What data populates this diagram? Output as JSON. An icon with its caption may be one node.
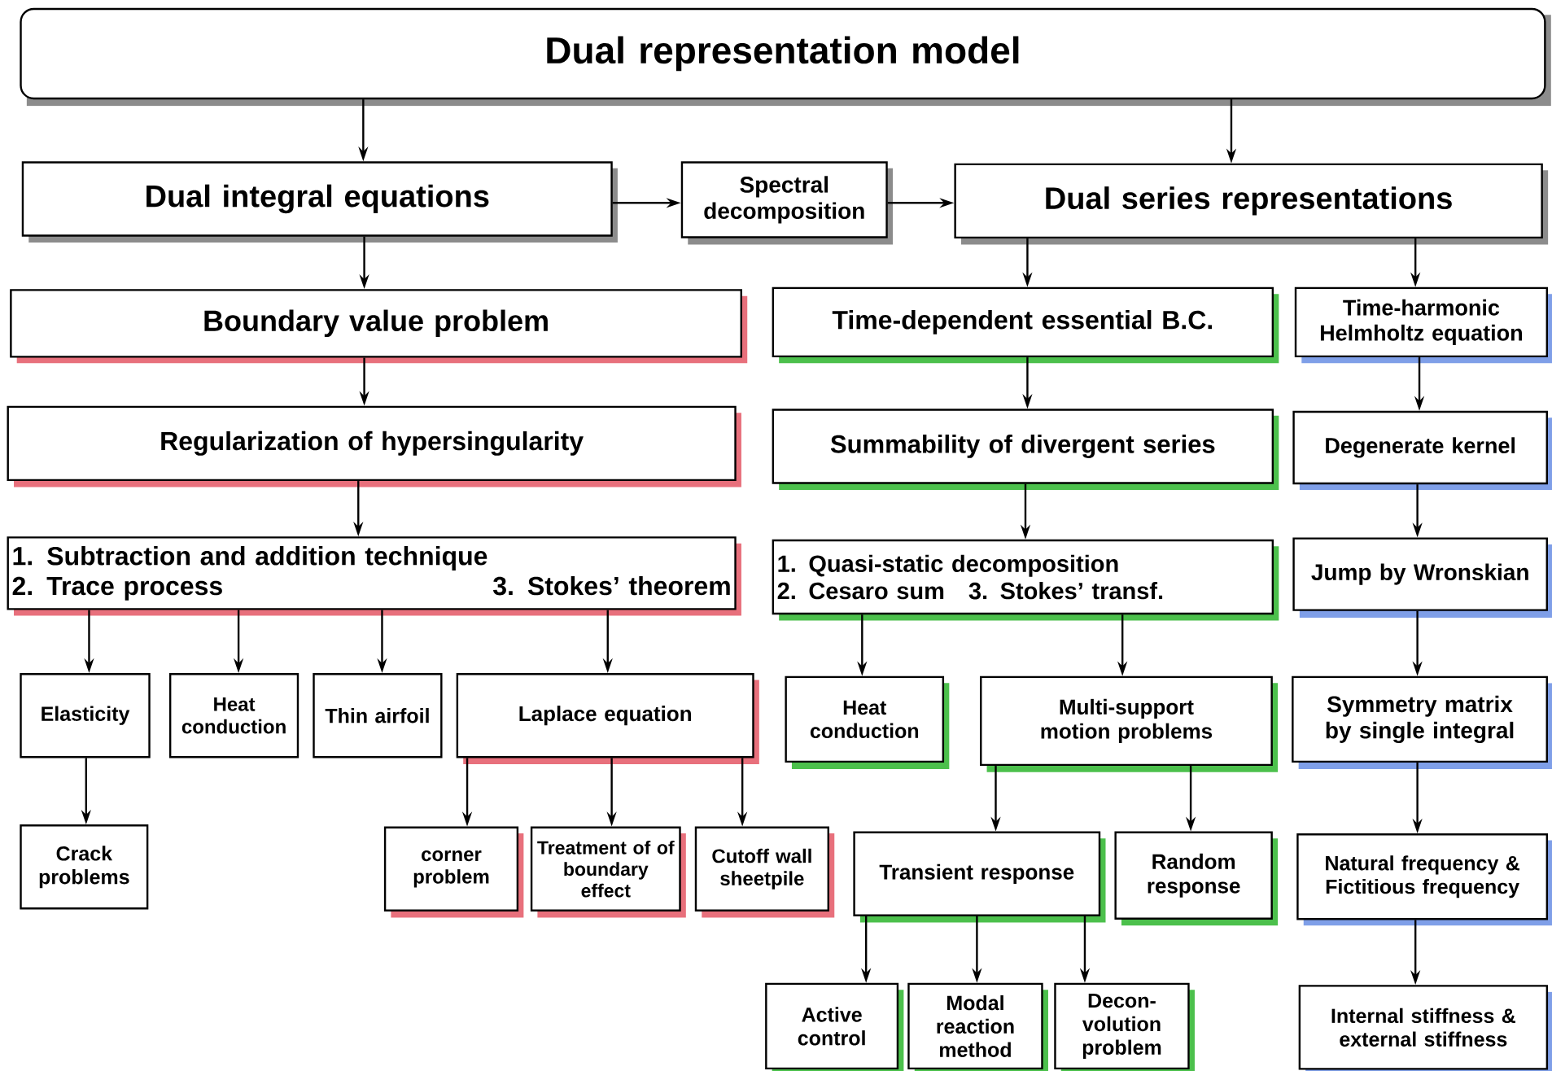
{
  "diagram": {
    "nodes": [
      {
        "text": [
          "Dual representation model"
        ]
      },
      {
        "text": [
          "Dual integral equations"
        ]
      },
      {
        "text": [
          "Spectral decomposition"
        ]
      },
      {
        "text": [
          "Dual series representations"
        ]
      },
      {
        "text": [
          "Boundary value problem"
        ]
      },
      {
        "text": [
          "Time-dependent essential B.C."
        ]
      },
      {
        "text": [
          "Time-harmonic Helmholtz equation"
        ]
      },
      {
        "text": [
          "Regularization of hypersingularity"
        ]
      },
      {
        "text": [
          "Summability of divergent series"
        ]
      },
      {
        "text": [
          "Degenerate kernel"
        ]
      },
      {
        "text": [
          "1. Subtraction and addition technique",
          "2. Trace process",
          "3. Stokes’ theorem"
        ]
      },
      {
        "text": [
          "1. Quasi-static decomposition",
          "2. Cesaro sum",
          "3. Stokes’ transf."
        ]
      },
      {
        "text": [
          "Jump by Wronskian"
        ]
      },
      {
        "text": [
          "Elasticity"
        ]
      },
      {
        "text": [
          "Heat conduction"
        ]
      },
      {
        "text": [
          "Thin airfoil"
        ]
      },
      {
        "text": [
          "Laplace equation"
        ]
      },
      {
        "text": [
          "Heat conduction"
        ]
      },
      {
        "text": [
          "Multi-support motion problems"
        ]
      },
      {
        "text": [
          "Symmetry matrix by single integral"
        ]
      },
      {
        "text": [
          "Crack problems"
        ]
      },
      {
        "text": [
          "corner problem"
        ]
      },
      {
        "text": [
          "Treatment of of boundary effect"
        ]
      },
      {
        "text": [
          "Cutoff wall sheetpile"
        ]
      },
      {
        "text": [
          "Transient response"
        ]
      },
      {
        "text": [
          "Random response"
        ]
      },
      {
        "text": [
          "Natural frequency & Fictitious frequency"
        ]
      },
      {
        "text": [
          "Active control"
        ]
      },
      {
        "text": [
          "Modal reaction method"
        ]
      },
      {
        "text": [
          "Decon-volution problem"
        ]
      },
      {
        "text": [
          "Internal stiffness & external stiffness"
        ]
      }
    ],
    "edges": [
      {
        "from": 0,
        "to": 1,
        "arrow": "to"
      },
      {
        "from": 0,
        "to": 3,
        "arrow": "to"
      },
      {
        "from": 1,
        "to": 2,
        "arrow": "to"
      },
      {
        "from": 2,
        "to": 3,
        "arrow": "to"
      },
      {
        "from": 1,
        "to": 4,
        "arrow": "to"
      },
      {
        "from": 4,
        "to": 7,
        "arrow": "to"
      },
      {
        "from": 7,
        "to": 10,
        "arrow": "to"
      },
      {
        "from": 10,
        "to": 13,
        "arrow": "to"
      },
      {
        "from": 10,
        "to": 14,
        "arrow": "to"
      },
      {
        "from": 10,
        "to": 15,
        "arrow": "to"
      },
      {
        "from": 10,
        "to": 16,
        "arrow": "to"
      },
      {
        "from": 13,
        "to": 20,
        "arrow": "to"
      },
      {
        "from": 16,
        "to": 21,
        "arrow": "to"
      },
      {
        "from": 16,
        "to": 22,
        "arrow": "to"
      },
      {
        "from": 16,
        "to": 23,
        "arrow": "to"
      },
      {
        "from": 3,
        "to": 5,
        "arrow": "to"
      },
      {
        "from": 3,
        "to": 6,
        "arrow": "to"
      },
      {
        "from": 5,
        "to": 8,
        "arrow": "to"
      },
      {
        "from": 8,
        "to": 11,
        "arrow": "to"
      },
      {
        "from": 11,
        "to": 17,
        "arrow": "to"
      },
      {
        "from": 11,
        "to": 18,
        "arrow": "to"
      },
      {
        "from": 18,
        "to": 24,
        "arrow": "to"
      },
      {
        "from": 18,
        "to": 25,
        "arrow": "to"
      },
      {
        "from": 24,
        "to": 27,
        "arrow": "to"
      },
      {
        "from": 24,
        "to": 28,
        "arrow": "to"
      },
      {
        "from": 24,
        "to": 29,
        "arrow": "to"
      },
      {
        "from": 6,
        "to": 9,
        "arrow": "to"
      },
      {
        "from": 9,
        "to": 12,
        "arrow": "to"
      },
      {
        "from": 12,
        "to": 19,
        "arrow": "to"
      },
      {
        "from": 19,
        "to": 26,
        "arrow": "to"
      },
      {
        "from": 26,
        "to": 30,
        "arrow": "to"
      }
    ]
  }
}
